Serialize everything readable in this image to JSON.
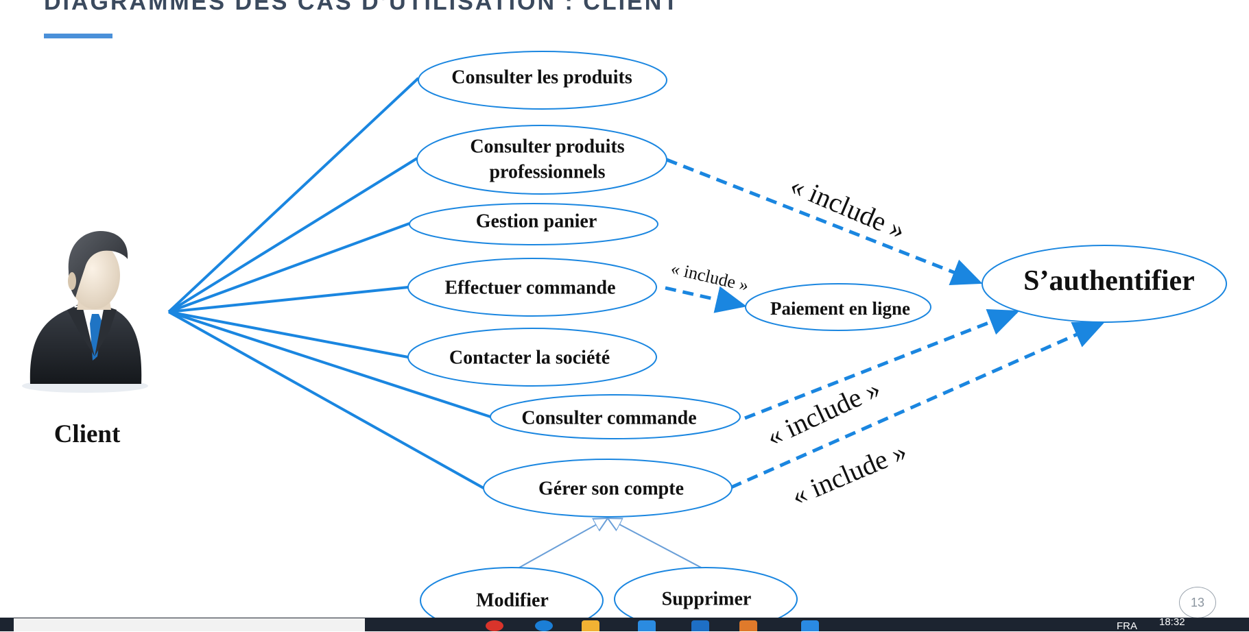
{
  "slide": {
    "title": "DIAGRAMMES DES CAS D’UTILISATION : CLIENT",
    "page_number": "13"
  },
  "actor": {
    "label": "Client",
    "icon": "businessman-icon"
  },
  "use_cases": {
    "consulter_produits": "Consulter les produits",
    "consulter_pro_line1": "Consulter produits",
    "consulter_pro_line2": "professionnels",
    "gestion_panier": "Gestion panier",
    "effectuer_commande": "Effectuer commande",
    "contacter_societe": "Contacter la société",
    "consulter_commande": "Consulter commande",
    "gerer_compte": "Gérer son compte",
    "paiement": "Paiement en ligne",
    "authentifier": "S’authentifier",
    "modifier": "Modifier",
    "supprimer": "Supprimer"
  },
  "relations": {
    "include_label": "« include »"
  },
  "colors": {
    "accent": "#1a86e0",
    "title": "#3b4a5e",
    "underline": "#4a90d9"
  },
  "taskbar": {
    "language": "FRA",
    "clock": "18:32"
  }
}
